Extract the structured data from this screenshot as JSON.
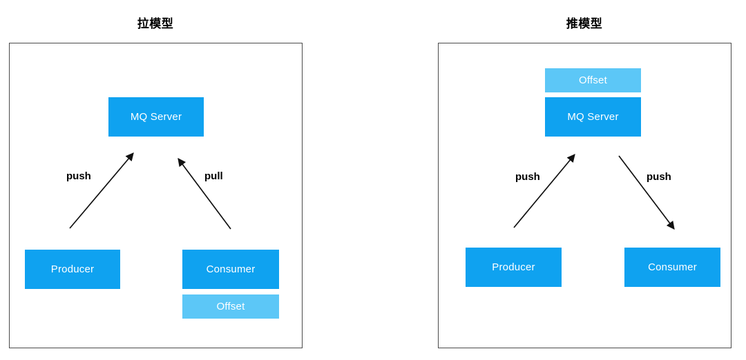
{
  "diagram": {
    "colors": {
      "primary_blue": "#0fa2f0",
      "light_blue": "#5cc7f7",
      "frame_border": "#4a4a4a",
      "label_text": "#000000",
      "node_text": "#ffffff",
      "background": "#ffffff"
    },
    "panels": [
      {
        "id": "pull-model",
        "title": "拉模型",
        "nodes": [
          {
            "id": "mq-server",
            "label": "MQ Server",
            "style": "primary"
          },
          {
            "id": "producer",
            "label": "Producer",
            "style": "primary"
          },
          {
            "id": "consumer",
            "label": "Consumer",
            "style": "primary"
          },
          {
            "id": "offset",
            "label": "Offset",
            "style": "light"
          }
        ],
        "edges": [
          {
            "id": "producer-to-mq",
            "label": "push",
            "from": "Producer",
            "to": "MQ Server",
            "direction": "up-right"
          },
          {
            "id": "consumer-to-mq",
            "label": "pull",
            "from": "Consumer",
            "to": "MQ Server",
            "direction": "up-left"
          }
        ]
      },
      {
        "id": "push-model",
        "title": "推模型",
        "nodes": [
          {
            "id": "offset",
            "label": "Offset",
            "style": "light"
          },
          {
            "id": "mq-server",
            "label": "MQ Server",
            "style": "primary"
          },
          {
            "id": "producer",
            "label": "Producer",
            "style": "primary"
          },
          {
            "id": "consumer",
            "label": "Consumer",
            "style": "primary"
          }
        ],
        "edges": [
          {
            "id": "producer-to-mq",
            "label": "push",
            "from": "Producer",
            "to": "MQ Server",
            "direction": "up-right"
          },
          {
            "id": "mq-to-consumer",
            "label": "push",
            "from": "MQ Server",
            "to": "Consumer",
            "direction": "down-right"
          }
        ]
      }
    ]
  }
}
